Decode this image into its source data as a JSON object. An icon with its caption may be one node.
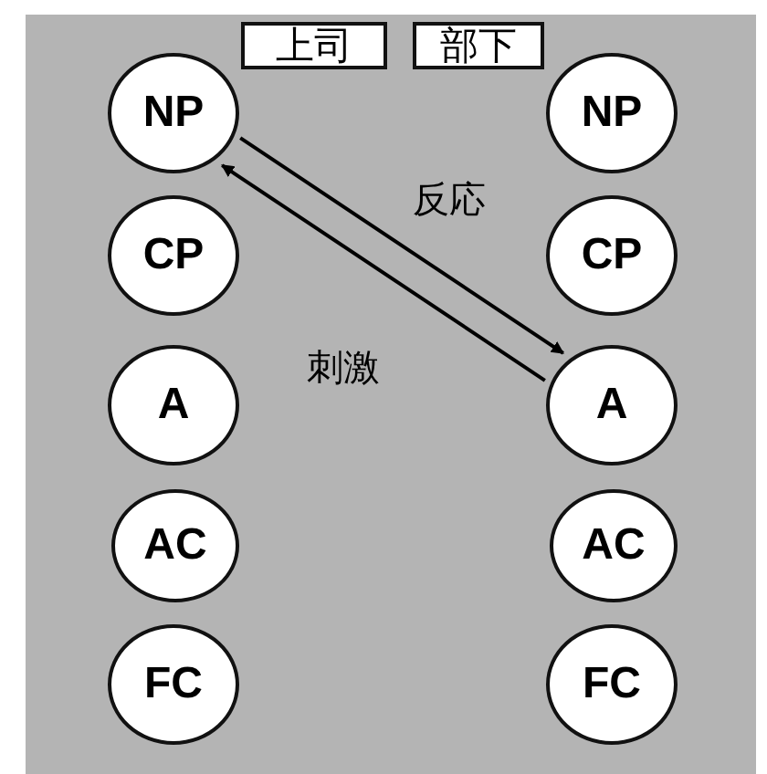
{
  "diagram": {
    "nodes": [
      {
        "text": [
          "上司"
        ]
      },
      {
        "text": [
          "部下"
        ]
      },
      {
        "text": [
          "NP"
        ]
      },
      {
        "text": [
          "NP"
        ]
      },
      {
        "text": [
          "CP"
        ]
      },
      {
        "text": [
          "CP"
        ]
      },
      {
        "text": [
          "A"
        ]
      },
      {
        "text": [
          "A"
        ]
      },
      {
        "text": [
          "AC"
        ]
      },
      {
        "text": [
          "AC"
        ]
      },
      {
        "text": [
          "FC"
        ]
      },
      {
        "text": [
          "FC"
        ]
      }
    ],
    "edges": [
      {
        "from": 2,
        "to": 7,
        "arrow": "to",
        "label": "反応"
      },
      {
        "from": 7,
        "to": 2,
        "arrow": "to",
        "label": "刺激"
      }
    ]
  }
}
